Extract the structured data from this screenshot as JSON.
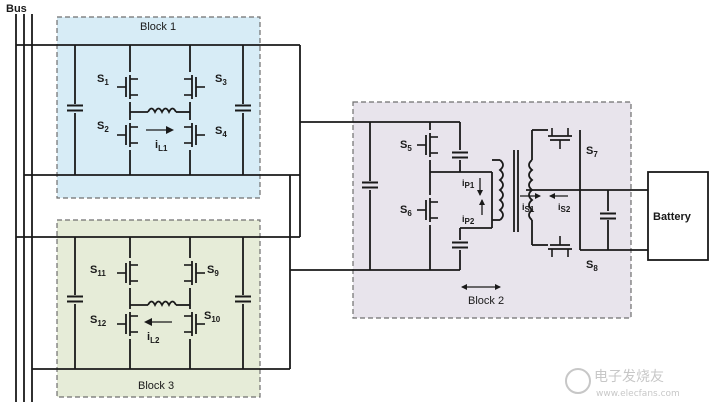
{
  "labels": {
    "bus": "Bus",
    "block1": "Block 1",
    "block2": "Block 2",
    "block3": "Block 3",
    "battery": "Battery",
    "watermark": "电子发烧友",
    "watermark_url": "www.elecfans.com"
  },
  "switches": {
    "s1": {
      "base": "S",
      "sub": "1"
    },
    "s2": {
      "base": "S",
      "sub": "2"
    },
    "s3": {
      "base": "S",
      "sub": "3"
    },
    "s4": {
      "base": "S",
      "sub": "4"
    },
    "s5": {
      "base": "S",
      "sub": "5"
    },
    "s6": {
      "base": "S",
      "sub": "6"
    },
    "s7": {
      "base": "S",
      "sub": "7"
    },
    "s8": {
      "base": "S",
      "sub": "8"
    },
    "s9": {
      "base": "S",
      "sub": "9"
    },
    "s10": {
      "base": "S",
      "sub": "10"
    },
    "s11": {
      "base": "S",
      "sub": "11"
    },
    "s12": {
      "base": "S",
      "sub": "12"
    }
  },
  "currents": {
    "il1": {
      "base": "i",
      "sub": "L1"
    },
    "il2": {
      "base": "i",
      "sub": "L2"
    },
    "ip1": {
      "base": "i",
      "sub": "P1"
    },
    "ip2": {
      "base": "i",
      "sub": "P2"
    },
    "is1": {
      "base": "i",
      "sub": "S1"
    },
    "is2": {
      "base": "i",
      "sub": "S2"
    }
  },
  "colors": {
    "block1_fill": "#d7ecf6",
    "block3_fill": "#e6ecd8",
    "block2_fill": "#e8e4ec",
    "border": "#6f6f6f",
    "wire": "#1a1a1a"
  }
}
